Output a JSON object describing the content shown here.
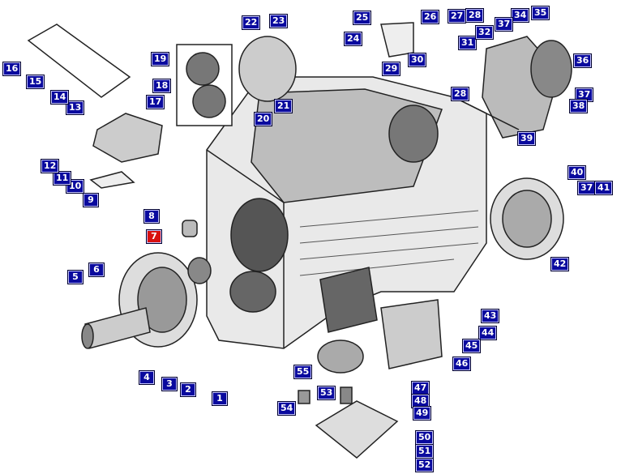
{
  "colors": {
    "label_bg": "#0a0a9e",
    "highlight_bg": "#d81010",
    "label_text": "#ffffff",
    "ink": "#222222"
  },
  "callouts": [
    {
      "id": "1",
      "n": "1"
    },
    {
      "id": "2",
      "n": "2"
    },
    {
      "id": "3",
      "n": "3"
    },
    {
      "id": "4",
      "n": "4"
    },
    {
      "id": "5",
      "n": "5"
    },
    {
      "id": "6",
      "n": "6"
    },
    {
      "id": "7",
      "n": "7",
      "highlighted": true
    },
    {
      "id": "8",
      "n": "8"
    },
    {
      "id": "9",
      "n": "9"
    },
    {
      "id": "10",
      "n": "10"
    },
    {
      "id": "11",
      "n": "11"
    },
    {
      "id": "12",
      "n": "12"
    },
    {
      "id": "13",
      "n": "13"
    },
    {
      "id": "14",
      "n": "14"
    },
    {
      "id": "15",
      "n": "15"
    },
    {
      "id": "16",
      "n": "16"
    },
    {
      "id": "17",
      "n": "17"
    },
    {
      "id": "18",
      "n": "18"
    },
    {
      "id": "19",
      "n": "19"
    },
    {
      "id": "20",
      "n": "20"
    },
    {
      "id": "21",
      "n": "21"
    },
    {
      "id": "22",
      "n": "22"
    },
    {
      "id": "23",
      "n": "23"
    },
    {
      "id": "24",
      "n": "24"
    },
    {
      "id": "25",
      "n": "25"
    },
    {
      "id": "26",
      "n": "26"
    },
    {
      "id": "27",
      "n": "27"
    },
    {
      "id": "28a",
      "n": "28"
    },
    {
      "id": "28b",
      "n": "28"
    },
    {
      "id": "29",
      "n": "29"
    },
    {
      "id": "30",
      "n": "30"
    },
    {
      "id": "31",
      "n": "31"
    },
    {
      "id": "32",
      "n": "32"
    },
    {
      "id": "34",
      "n": "34"
    },
    {
      "id": "35",
      "n": "35"
    },
    {
      "id": "36",
      "n": "36"
    },
    {
      "id": "37a",
      "n": "37"
    },
    {
      "id": "37b",
      "n": "37"
    },
    {
      "id": "37c",
      "n": "37"
    },
    {
      "id": "38",
      "n": "38"
    },
    {
      "id": "39",
      "n": "39"
    },
    {
      "id": "40",
      "n": "40"
    },
    {
      "id": "41",
      "n": "41"
    },
    {
      "id": "42",
      "n": "42"
    },
    {
      "id": "43",
      "n": "43"
    },
    {
      "id": "44",
      "n": "44"
    },
    {
      "id": "45",
      "n": "45"
    },
    {
      "id": "46",
      "n": "46"
    },
    {
      "id": "47",
      "n": "47"
    },
    {
      "id": "48",
      "n": "48"
    },
    {
      "id": "49",
      "n": "49"
    },
    {
      "id": "50",
      "n": "50"
    },
    {
      "id": "51",
      "n": "51"
    },
    {
      "id": "52",
      "n": "52"
    },
    {
      "id": "53",
      "n": "53"
    },
    {
      "id": "54",
      "n": "54"
    },
    {
      "id": "55",
      "n": "55"
    }
  ]
}
